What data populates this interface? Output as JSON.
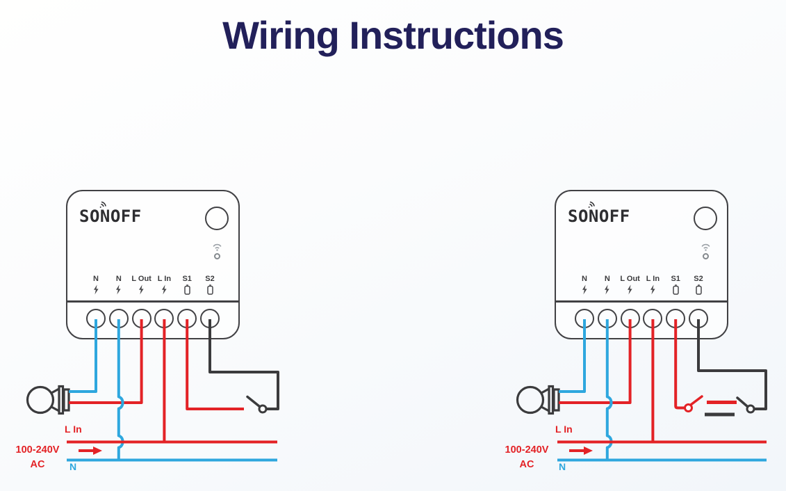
{
  "title": "Wiring Instructions",
  "colors": {
    "title_navy": "#22205a",
    "live_red": "#e32226",
    "neutral_blue": "#2ea7de",
    "signal_black": "#3b3b3d",
    "device_outline": "#414144",
    "muted_grey": "#a2a7ac",
    "background": "#f2f6fa"
  },
  "device": {
    "brand": "SONOFF",
    "status_icons": [
      "sound-waves",
      "button",
      "wifi",
      "led"
    ],
    "terminals": [
      {
        "label": "N",
        "symbol": "high-voltage-bolt"
      },
      {
        "label": "N",
        "symbol": "high-voltage-bolt"
      },
      {
        "label": "L Out",
        "symbol": "high-voltage-bolt"
      },
      {
        "label": "L In",
        "symbol": "high-voltage-bolt"
      },
      {
        "label": "S1",
        "symbol": "dry-contact"
      },
      {
        "label": "S2",
        "symbol": "dry-contact"
      }
    ]
  },
  "diagrams": [
    {
      "name": "single-external-switch",
      "labels": {
        "line_in": "L In",
        "supply_voltage": "100-240V",
        "supply_type": "AC",
        "neutral": "N"
      },
      "connections": [
        "N (blue) to lamp",
        "N (blue) to neutral bus",
        "L Out (red) to lamp",
        "L In (red) to live bus",
        "S1 (red) to external switch",
        "S2 (black) to external switch"
      ]
    },
    {
      "name": "dual-external-switches",
      "labels": {
        "line_in": "L In",
        "supply_voltage": "100-240V",
        "supply_type": "AC",
        "neutral": "N"
      },
      "connections": [
        "N (blue) to lamp",
        "N (blue) to neutral bus",
        "L Out (red) to lamp",
        "L In (red) to live bus",
        "S1 (red) to external switch 1",
        "S2 (black) to external switch 2"
      ]
    }
  ]
}
